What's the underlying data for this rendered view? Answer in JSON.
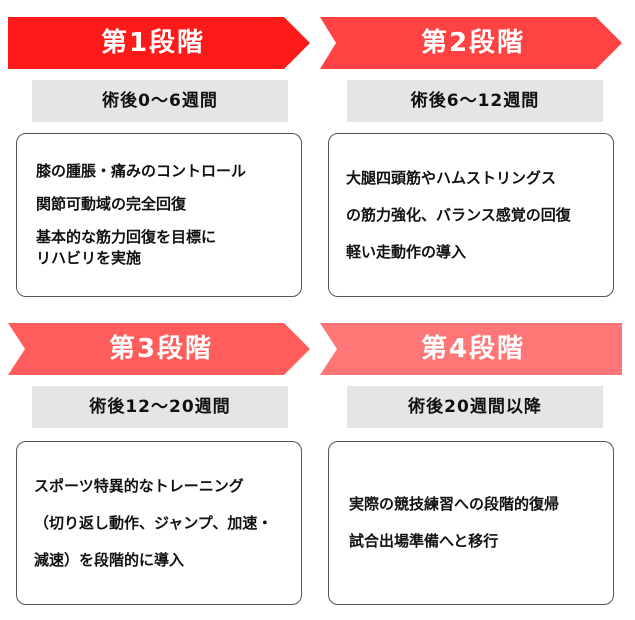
{
  "stages": [
    {
      "title": "第1段階",
      "period": "術後0〜6週間",
      "color": "#FF1A1A",
      "items": [
        "膝の腫脹・痛みのコントロール",
        "関節可動域の完全回復",
        "基本的な筋力回復を目標に\nリハビリを実施"
      ]
    },
    {
      "title": "第2段階",
      "period": "術後6〜12週間",
      "color": "#FF4242",
      "items": [
        "大腿四頭筋やハムストリングス",
        "の筋力強化、バランス感覚の回復",
        "軽い走動作の導入"
      ]
    },
    {
      "title": "第3段階",
      "period": "術後12〜20週間",
      "color": "#FF5C5C",
      "items": [
        "スポーツ特異的なトレーニング",
        "（切り返し動作、ジャンプ、加速・",
        "減速）を段階的に導入"
      ]
    },
    {
      "title": "第4段階",
      "period": "術後20週間以降",
      "color": "#FF7676",
      "items": [
        "実際の競技練習への段階的復帰",
        "試合出場準備へと移行"
      ]
    }
  ]
}
